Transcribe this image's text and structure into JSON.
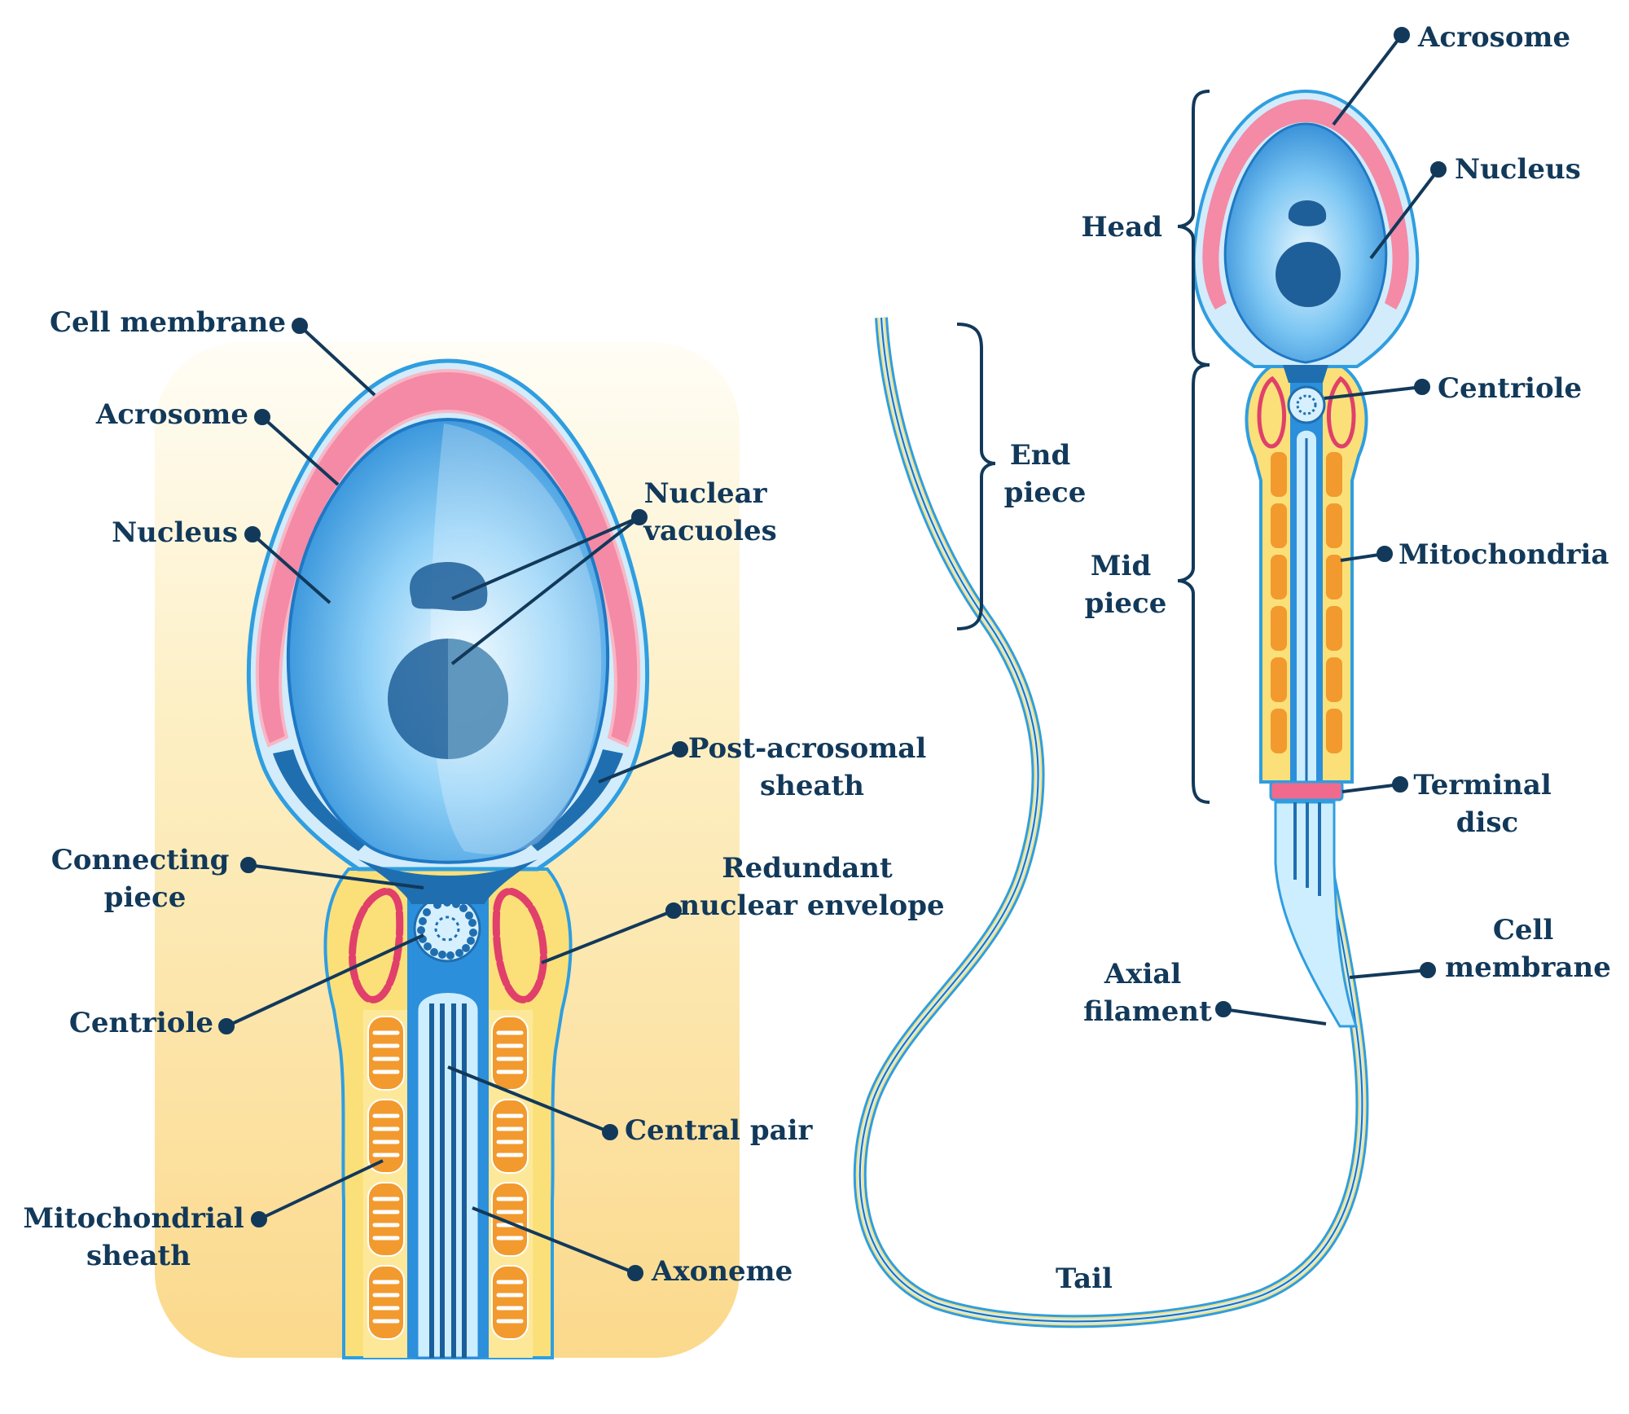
{
  "detail": {
    "labels": {
      "cell_membrane": "Cell membrane",
      "acrosome": "Acrosome",
      "nucleus": "Nucleus",
      "nuclear_vacuoles": [
        "Nuclear",
        "vacuoles"
      ],
      "post_acrosomal_sheath": [
        "Post-acrosomal",
        "sheath"
      ],
      "connecting_piece": [
        "Connecting",
        "piece"
      ],
      "redundant_nuclear_envelope": [
        "Redundant",
        "nuclear envelope"
      ],
      "centriole": "Centriole",
      "central_pair": "Central pair",
      "mitochondrial_sheath": [
        "Mitochondrial",
        "sheath"
      ],
      "axoneme": "Axoneme"
    }
  },
  "whole_cell": {
    "labels": {
      "acrosome": "Acrosome",
      "nucleus": "Nucleus",
      "head": "Head",
      "centriole": "Centriole",
      "mid_piece": [
        "Mid",
        "piece"
      ],
      "mitochondria": "Mitochondria",
      "terminal_disc": [
        "Terminal",
        "disc"
      ],
      "end_piece": [
        "End",
        "piece"
      ],
      "cell_membrane": [
        "Cell",
        "membrane"
      ],
      "axial_filament": [
        "Axial",
        "filament"
      ],
      "tail": "Tail"
    }
  },
  "colors": {
    "label_text": "#12395a",
    "membrane_blue": "#2f9ee0",
    "nucleus_blue": "#3aa0e6",
    "acrosome_pink": "#f48aa6",
    "mitochondria_orange": "#f29a2e",
    "envelope_red": "#e0406a",
    "background_panel": "#fde7a8"
  }
}
